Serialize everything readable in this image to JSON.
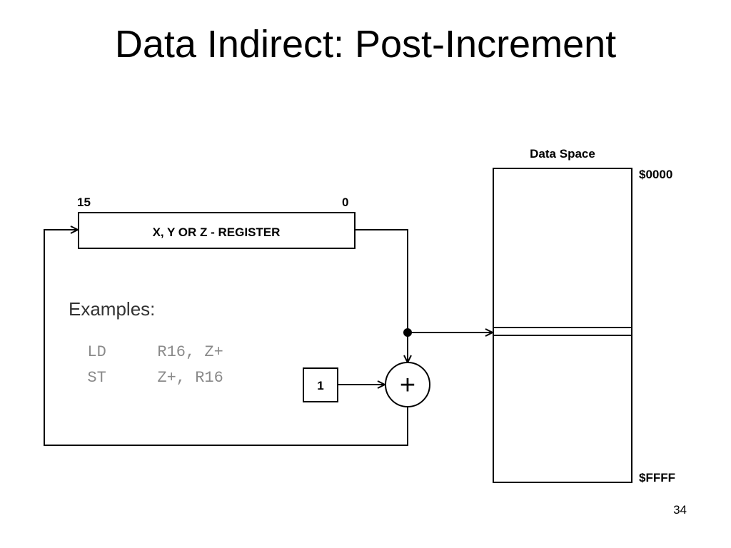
{
  "slide": {
    "title": "Data Indirect: Post-Increment",
    "page_number": "34"
  },
  "register": {
    "label": "X, Y OR Z - REGISTER",
    "msb": "15",
    "lsb": "0"
  },
  "adder": {
    "symbol": "+",
    "constant": "1"
  },
  "data_space": {
    "title": "Data Space",
    "start_address": "$0000",
    "end_address": "$FFFF"
  },
  "examples": {
    "heading": "Examples:",
    "lines": [
      {
        "op": "LD",
        "args": "R16, Z+"
      },
      {
        "op": "ST",
        "args": "Z+, R16"
      }
    ]
  }
}
